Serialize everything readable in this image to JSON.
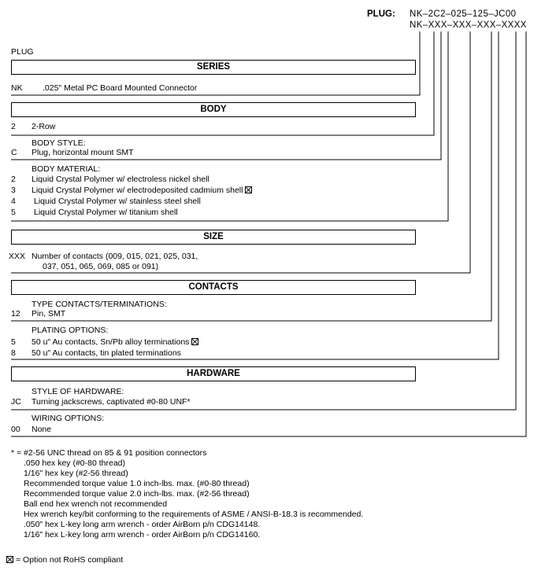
{
  "part_number": {
    "label": "PLUG:",
    "example": "NK–2C2–025–125–JC00",
    "template": "NK–XXX–XXX–XXX–XXXX"
  },
  "doc_title": "PLUG",
  "series": {
    "header": "SERIES",
    "rows": [
      {
        "code": "NK",
        "desc": ".025\" Metal PC Board Mounted Connector"
      }
    ]
  },
  "body": {
    "header": "BODY",
    "rows": [
      {
        "code": "2",
        "desc": "2-Row"
      }
    ],
    "style_label": "BODY STYLE:",
    "style_rows": [
      {
        "code": "C",
        "desc": "Plug, horizontal mount SMT"
      }
    ],
    "material_label": "BODY MATERIAL:",
    "material_rows": [
      {
        "code": "2",
        "desc": "Liquid Crystal Polymer w/ electroless nickel shell"
      },
      {
        "code": "3",
        "desc": "Liquid Crystal Polymer w/ electrodeposited  cadmium shell"
      },
      {
        "code": "4",
        "desc": "Liquid Crystal Polymer w/ stainless steel shell"
      },
      {
        "code": "5",
        "desc": "Liquid Crystal Polymer w/ titanium shell"
      }
    ]
  },
  "size": {
    "header": "SIZE",
    "code": "XXX",
    "line1": "Number of contacts (009, 015, 021, 025, 031,",
    "line2": "037, 051, 065, 069, 085 or 091)"
  },
  "contacts": {
    "header": "CONTACTS",
    "type_label": "TYPE CONTACTS/TERMINATIONS:",
    "type_rows": [
      {
        "code": "12",
        "desc": "Pin, SMT"
      }
    ],
    "plating_label": "PLATING OPTIONS:",
    "plating_rows": [
      {
        "code": "5",
        "desc": "50 u\" Au contacts, Sn/Pb alloy terminations"
      },
      {
        "code": "8",
        "desc": "50 u\" Au contacts, tin plated terminations"
      }
    ]
  },
  "hardware": {
    "header": "HARDWARE",
    "style_label": "STYLE OF HARDWARE:",
    "style_rows": [
      {
        "code": "JC",
        "desc": "Turning jackscrews, captivated #0-80 UNF*"
      }
    ],
    "wiring_label": "WIRING OPTIONS:",
    "wiring_rows": [
      {
        "code": "00",
        "desc": "None"
      }
    ]
  },
  "notes": [
    "* = #2-56 UNC thread on 85 & 91 position connectors",
    ".050 hex key (#0-80 thread)",
    "1/16\" hex key (#2-56 thread)",
    "Recommended torque value 1.0 inch-lbs. max. (#0-80 thread)",
    "Recommended torque value 2.0 inch-lbs. max. (#2-56 thread)",
    "Ball end hex wrench not recommended",
    "Hex wrench key/bit conforming to the requirements of ASME / ANSI-B-18.3 is recommended.",
    ".050\" hex L-key long arm wrench - order AirBorn p/n CDG14148.",
    "1/16\" hex L-key long arm wrench - order AirBorn p/n CDG14160."
  ],
  "legend": "= Option not RoHS compliant"
}
